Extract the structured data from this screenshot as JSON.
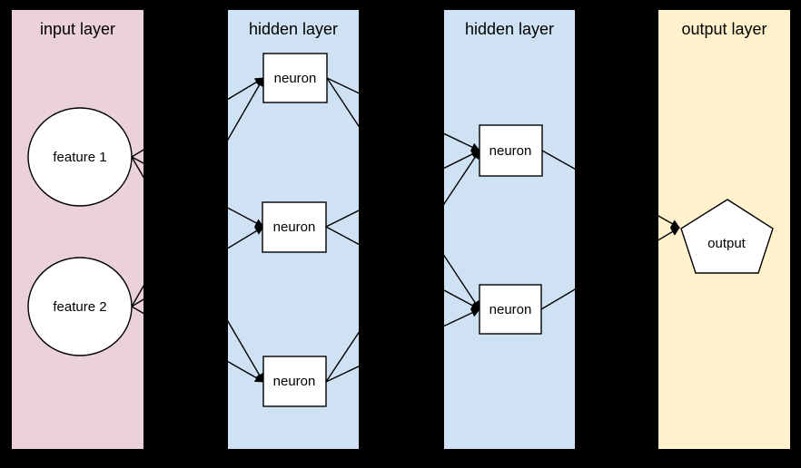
{
  "diagram": {
    "background_color": "#000000",
    "node_fill_color": "#ffffff",
    "edge_color": "#000000",
    "layers": [
      {
        "id": "input",
        "title": "input layer",
        "color": "#ead1dc",
        "nodes": [
          {
            "id": "feature1",
            "label": "feature 1",
            "shape": "circle"
          },
          {
            "id": "feature2",
            "label": "feature 2",
            "shape": "circle"
          }
        ]
      },
      {
        "id": "hidden1",
        "title": "hidden layer",
        "color": "#cfe2f3",
        "nodes": [
          {
            "id": "h1n1",
            "label": "neuron",
            "shape": "rectangle"
          },
          {
            "id": "h1n2",
            "label": "neuron",
            "shape": "rectangle"
          },
          {
            "id": "h1n3",
            "label": "neuron",
            "shape": "rectangle"
          }
        ]
      },
      {
        "id": "hidden2",
        "title": "hidden layer",
        "color": "#cfe2f3",
        "nodes": [
          {
            "id": "h2n1",
            "label": "neuron",
            "shape": "rectangle"
          },
          {
            "id": "h2n2",
            "label": "neuron",
            "shape": "rectangle"
          }
        ]
      },
      {
        "id": "output",
        "title": "output layer",
        "color": "#fff2cc",
        "nodes": [
          {
            "id": "out1",
            "label": "output",
            "shape": "pentagon"
          }
        ]
      }
    ],
    "edges": [
      {
        "from": "feature1",
        "to": "h1n1"
      },
      {
        "from": "feature1",
        "to": "h1n2"
      },
      {
        "from": "feature1",
        "to": "h1n3"
      },
      {
        "from": "feature2",
        "to": "h1n1"
      },
      {
        "from": "feature2",
        "to": "h1n2"
      },
      {
        "from": "feature2",
        "to": "h1n3"
      },
      {
        "from": "h1n1",
        "to": "h2n1"
      },
      {
        "from": "h1n1",
        "to": "h2n2"
      },
      {
        "from": "h1n2",
        "to": "h2n1"
      },
      {
        "from": "h1n2",
        "to": "h2n2"
      },
      {
        "from": "h1n3",
        "to": "h2n1"
      },
      {
        "from": "h1n3",
        "to": "h2n2"
      },
      {
        "from": "h2n1",
        "to": "out1"
      },
      {
        "from": "h2n2",
        "to": "out1"
      }
    ]
  }
}
